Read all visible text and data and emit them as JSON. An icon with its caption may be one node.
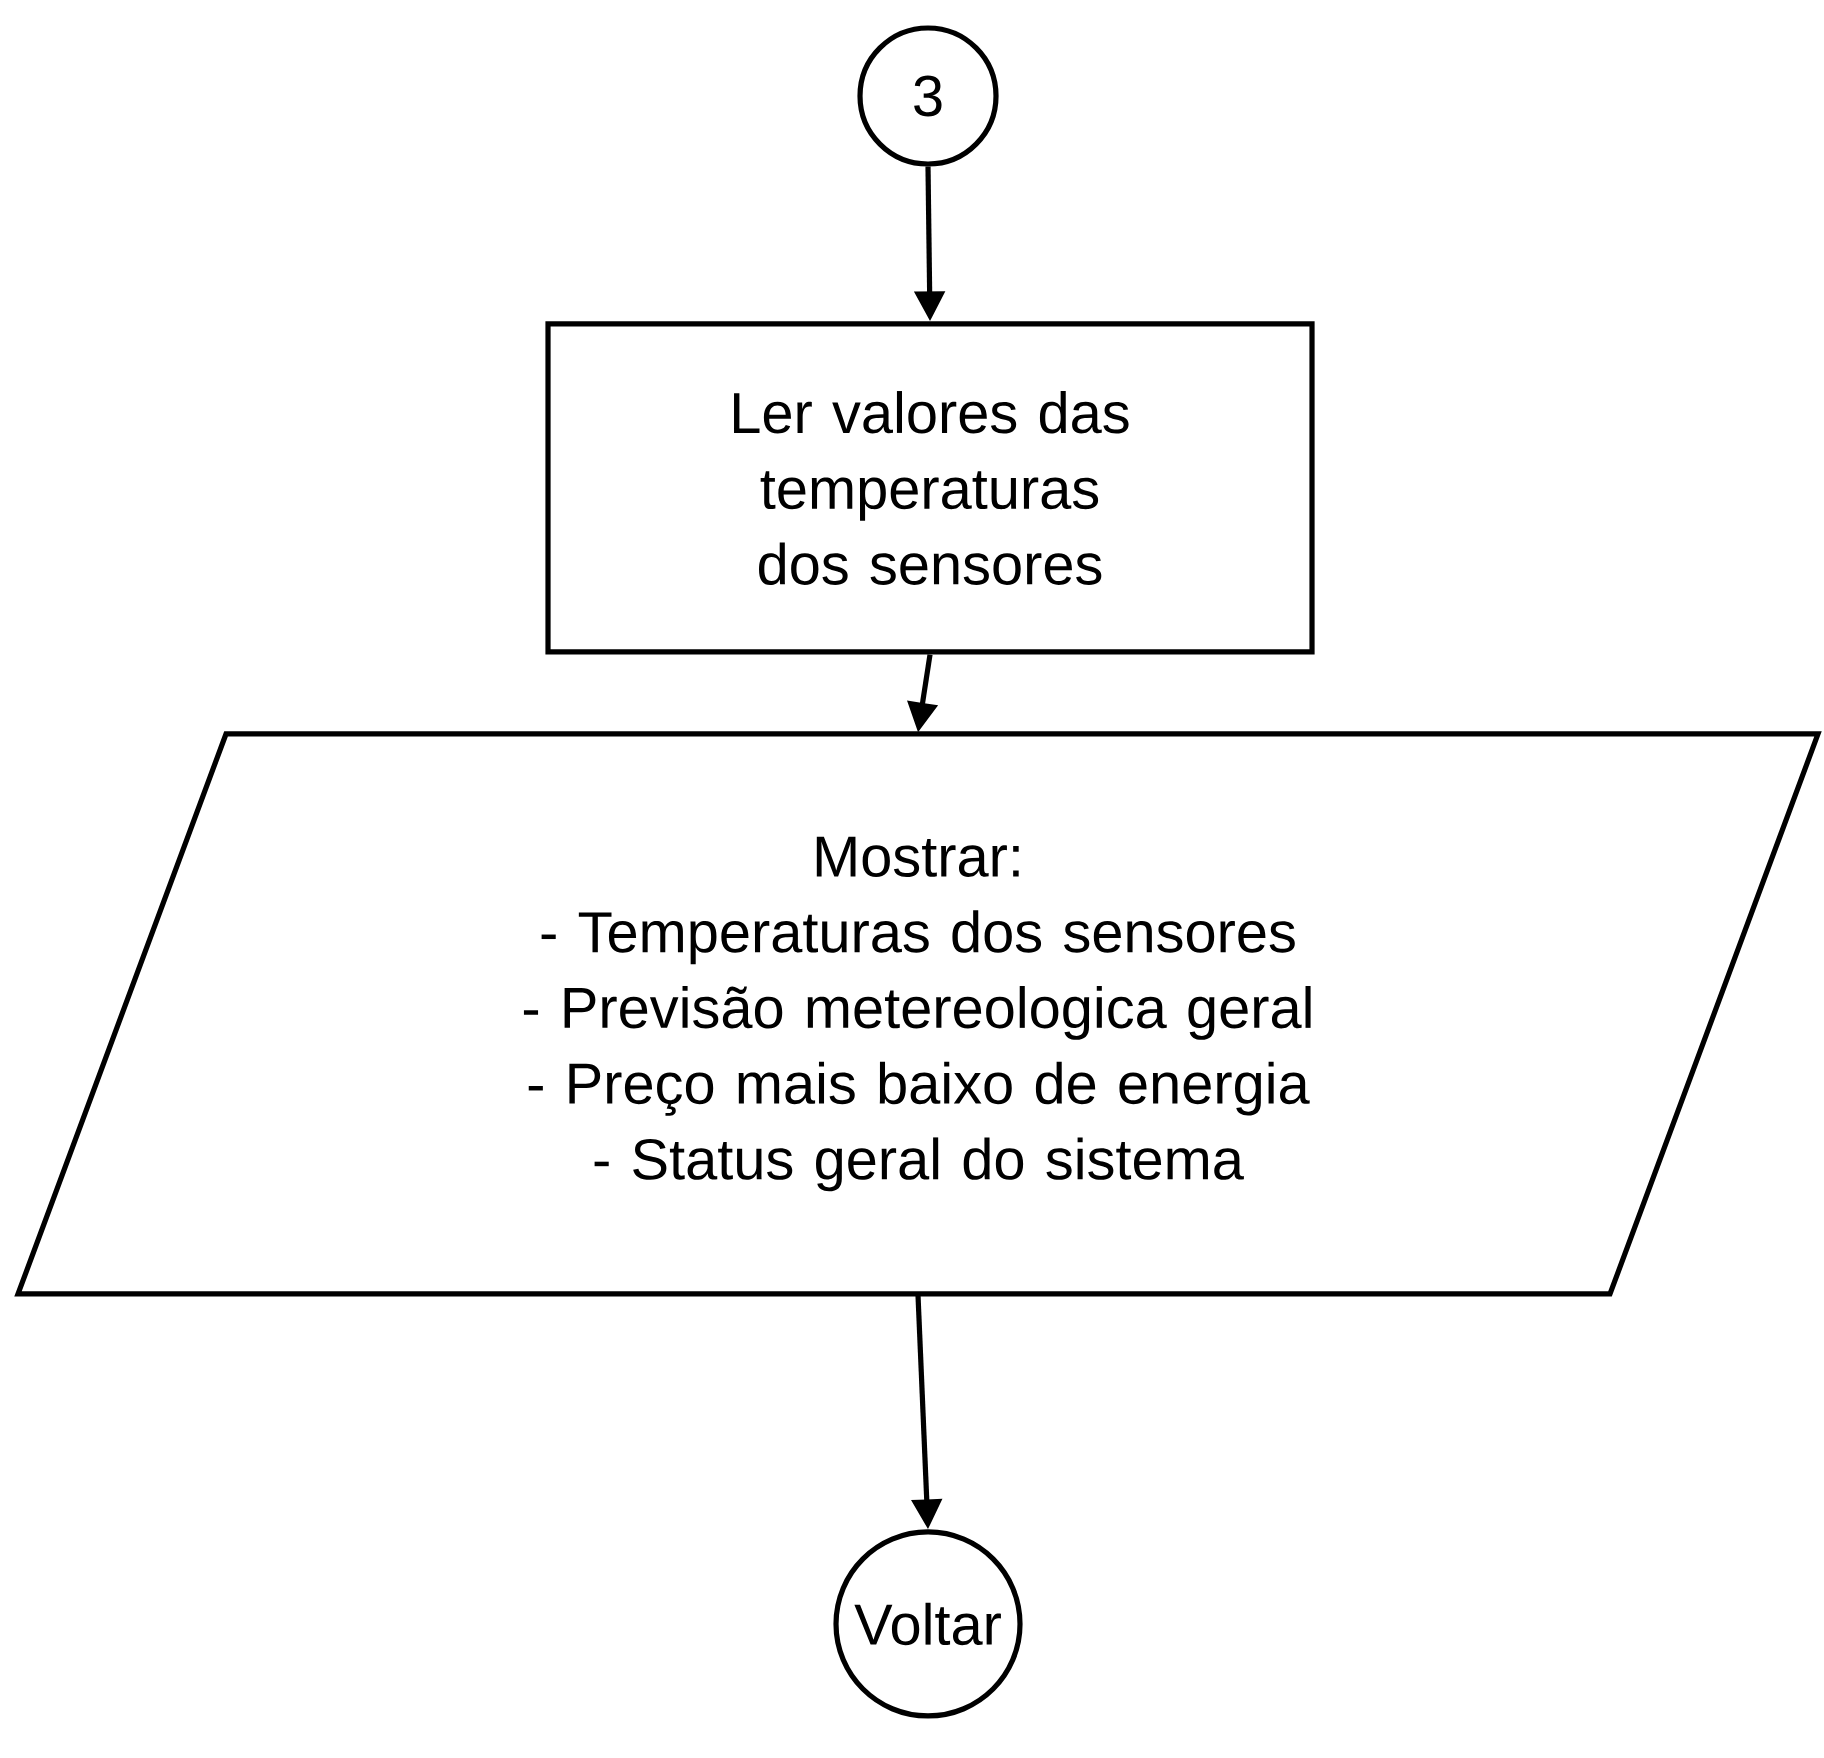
{
  "diagram": {
    "nodes": [
      {
        "text": [
          "3"
        ]
      },
      {
        "text": [
          "Ler valores das temperaturas dos sensores"
        ]
      },
      {
        "text": [
          "Mostrar:",
          "- Temperaturas dos sensores",
          "- Previsão metereologica geral",
          "- Preço mais baixo de energia",
          "- Status geral do sistema"
        ]
      },
      {
        "text": [
          "Voltar"
        ]
      }
    ],
    "edges": [
      {
        "from": 0,
        "to": 1,
        "arrow": "to"
      },
      {
        "from": 1,
        "to": 2,
        "arrow": "to"
      },
      {
        "from": 2,
        "to": 3,
        "arrow": "to"
      }
    ]
  }
}
